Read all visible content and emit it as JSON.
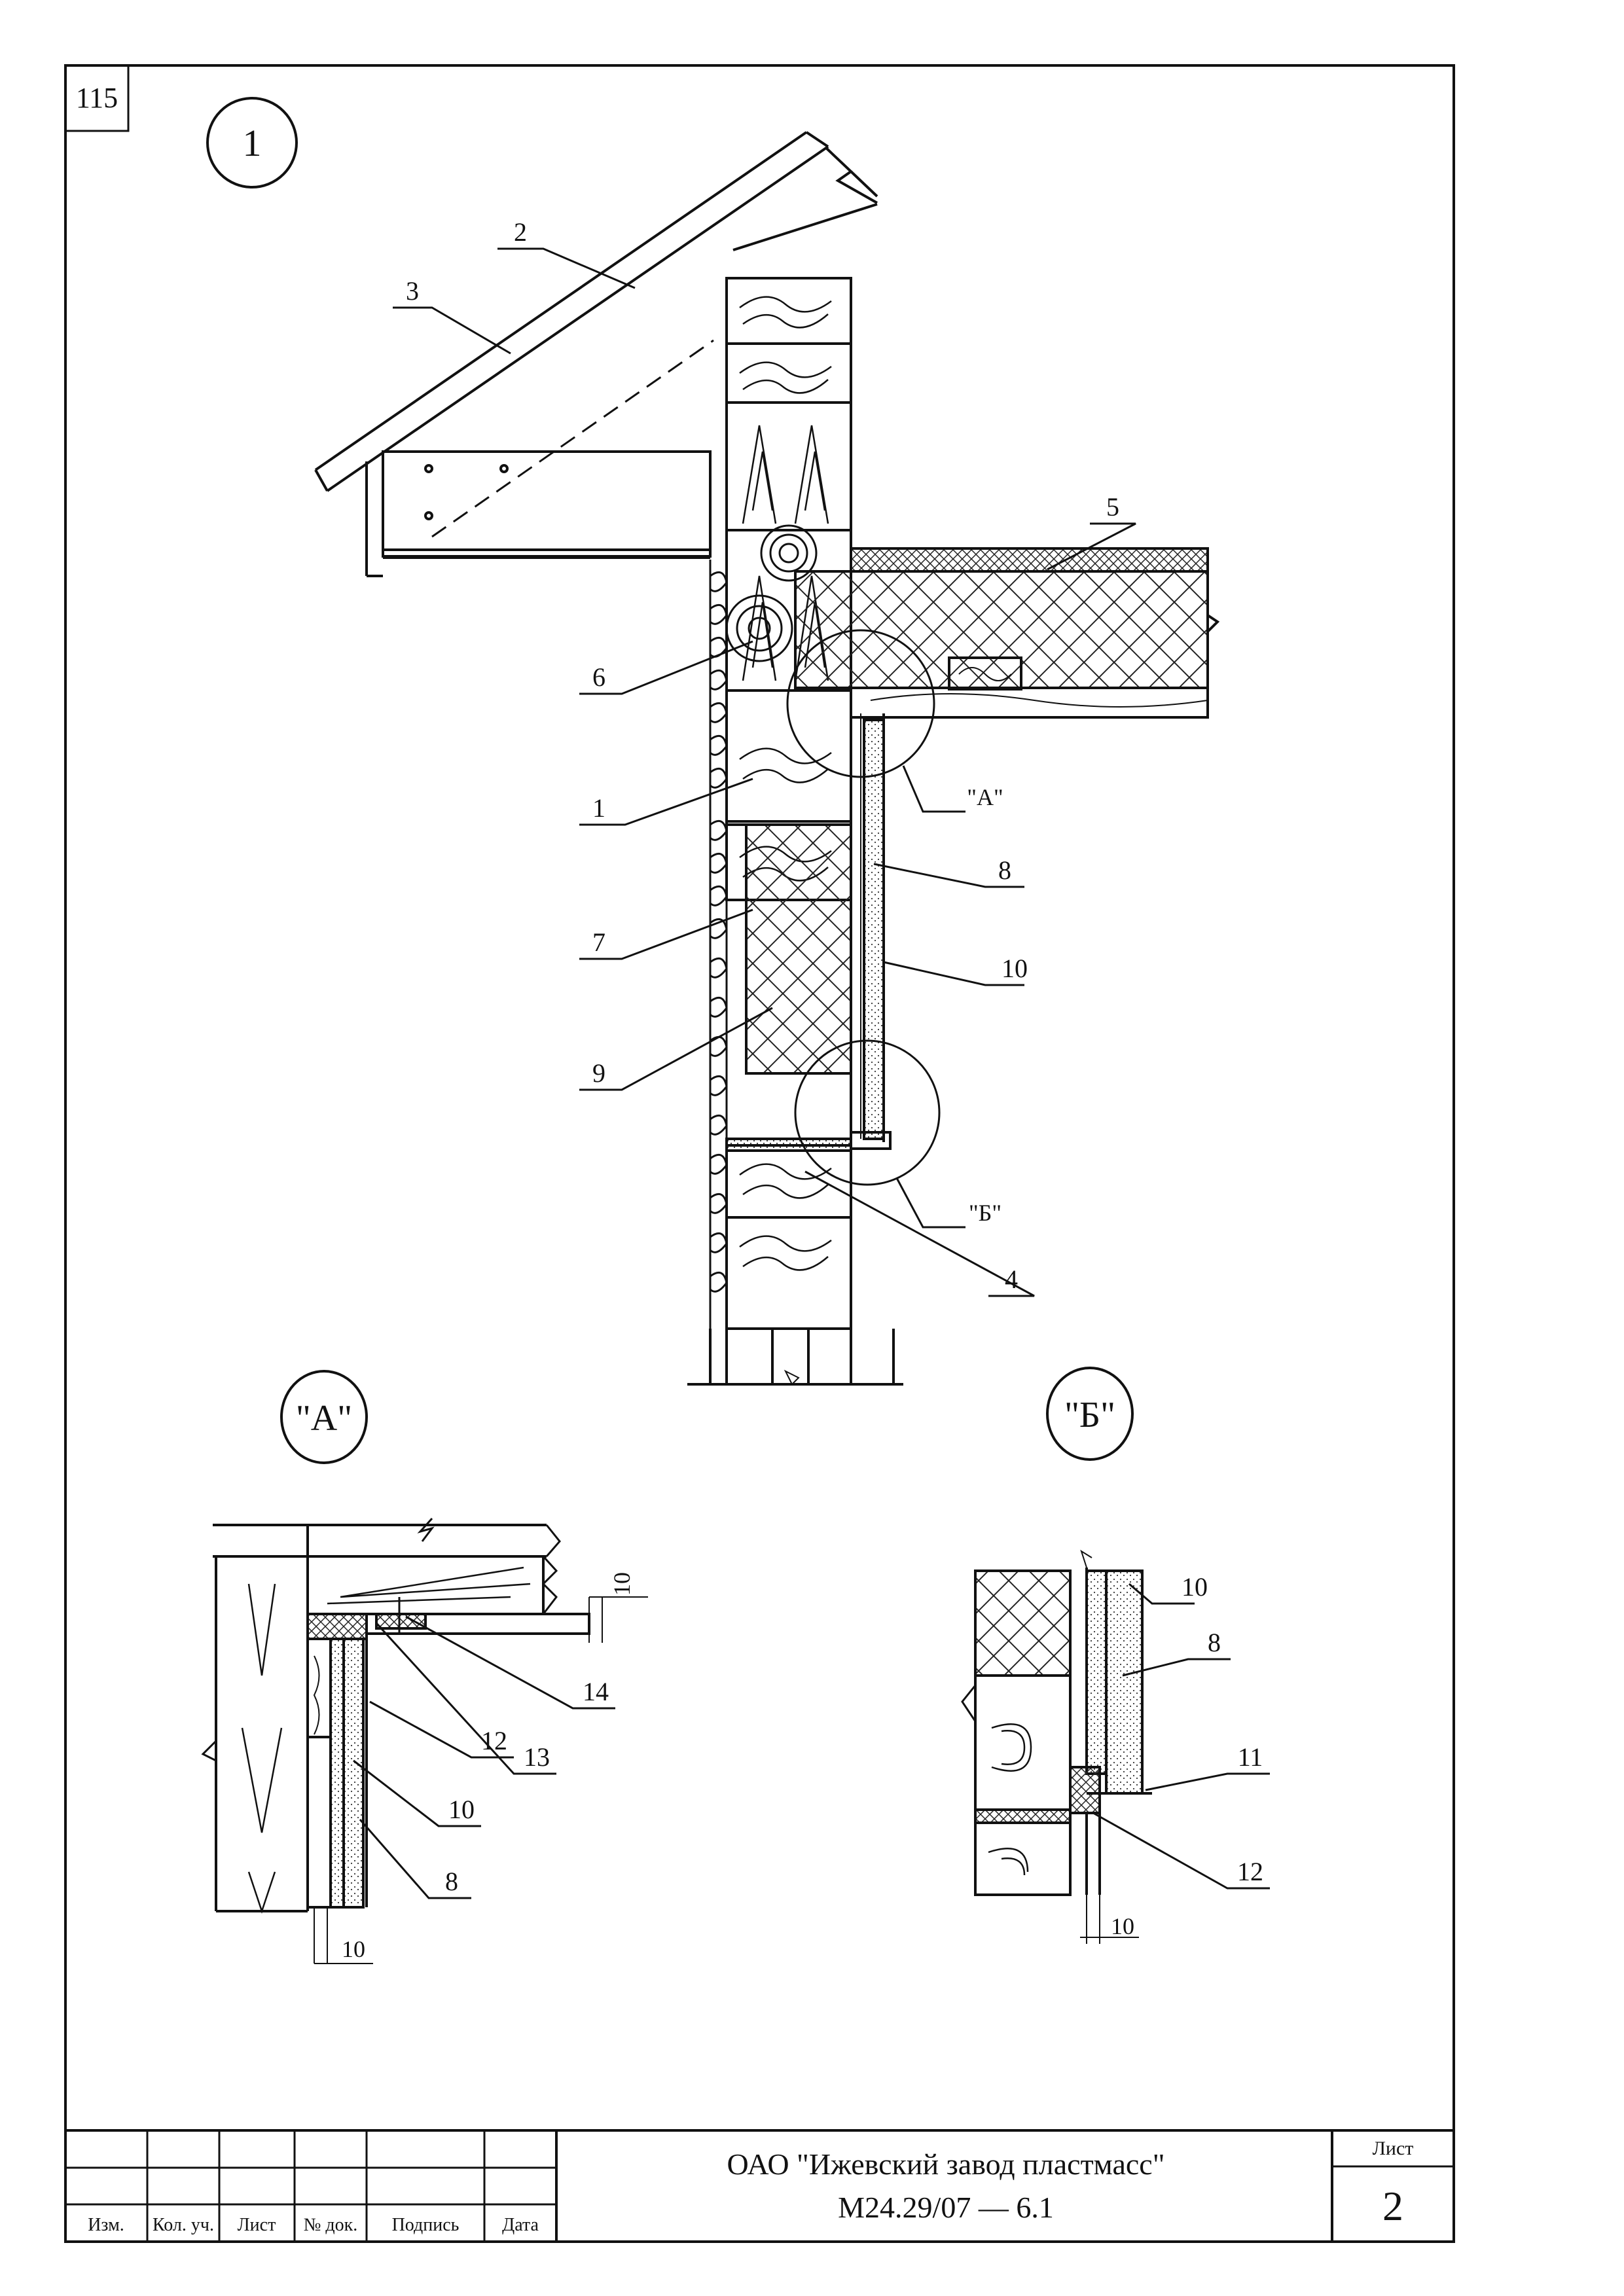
{
  "page_number": "115",
  "section_number": "1",
  "detail_a_label": "\"А\"",
  "detail_b_label": "\"Б\"",
  "callouts": {
    "main": [
      "1",
      "2",
      "3",
      "4",
      "5",
      "6",
      "7",
      "8",
      "9",
      "10"
    ],
    "main_detail_a": "\"А\"",
    "main_detail_b": "\"Б\"",
    "detail_a": [
      "14",
      "13",
      "12",
      "10",
      "8"
    ],
    "detail_a_dims": [
      "10",
      "10"
    ],
    "detail_b": [
      "10",
      "8",
      "11",
      "12"
    ],
    "detail_b_dims": [
      "10"
    ]
  },
  "title_block": {
    "columns": [
      "Изм.",
      "Кол. уч.",
      "Лист",
      "№ док.",
      "Подпись",
      "Дата"
    ],
    "organization": "ОАО \"Ижевский завод пластмасс\"",
    "document_code": "М24.29/07 — 6.1",
    "sheet_label": "Лист",
    "sheet_number": "2"
  }
}
